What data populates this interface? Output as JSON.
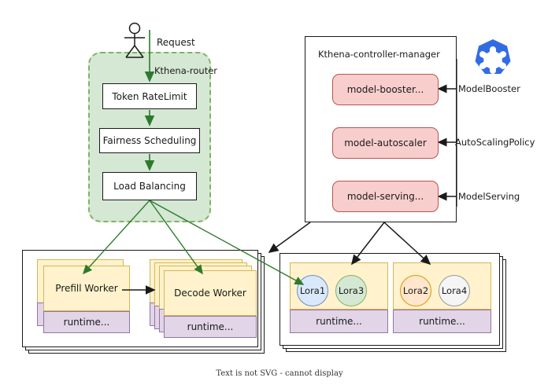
{
  "diagram": {
    "caption": "Text is not SVG - cannot display",
    "actor": {
      "name": "user-actor",
      "request_label": "Request"
    },
    "colors": {
      "router_fill": "#d5e8d4",
      "router_stroke": "#82b366",
      "controller_fill": "#f8cecc",
      "controller_stroke": "#b85450",
      "worker_fill": "#fff2cc",
      "worker_stroke": "#d6b656",
      "runtime_fill": "#e1d5e7",
      "runtime_stroke": "#9673a6",
      "green_arrow": "#2d7a2d",
      "black_arrow": "#1a1a1a",
      "k8s_blue": "#326ce5"
    },
    "router": {
      "title": "Kthena-router",
      "stages": [
        {
          "label": "Token RateLimit"
        },
        {
          "label": "Fairness Scheduling"
        },
        {
          "label": "Load Balancing"
        }
      ]
    },
    "controller_manager": {
      "title": "Kthena-controller-manager",
      "controllers": [
        {
          "label": "model-booster...",
          "crd": "ModelBooster"
        },
        {
          "label": "model-autoscaler",
          "crd": "AutoScalingPolicy"
        },
        {
          "label": "model-serving...",
          "crd": "ModelServing"
        }
      ],
      "logo": "kubernetes-icon"
    },
    "worker_group": {
      "workers": [
        {
          "label": "Prefill Worker",
          "runtime": "runtime...",
          "stack": 2
        },
        {
          "label": "Decode Worker",
          "runtime": "runtime...",
          "stack": 4
        }
      ]
    },
    "lora_group": {
      "pods": [
        {
          "runtime": "runtime...",
          "adapters": [
            {
              "label": "Lora1",
              "fill": "#dae8fc",
              "stroke": "#6c8ebf"
            },
            {
              "label": "Lora3",
              "fill": "#d5e8d4",
              "stroke": "#82b366"
            }
          ]
        },
        {
          "runtime": "runtime...",
          "adapters": [
            {
              "label": "Lora2",
              "fill": "#ffe6cc",
              "stroke": "#d79b00"
            },
            {
              "label": "Lora4",
              "fill": "#f5f5f5",
              "stroke": "#999999"
            }
          ]
        }
      ]
    }
  }
}
